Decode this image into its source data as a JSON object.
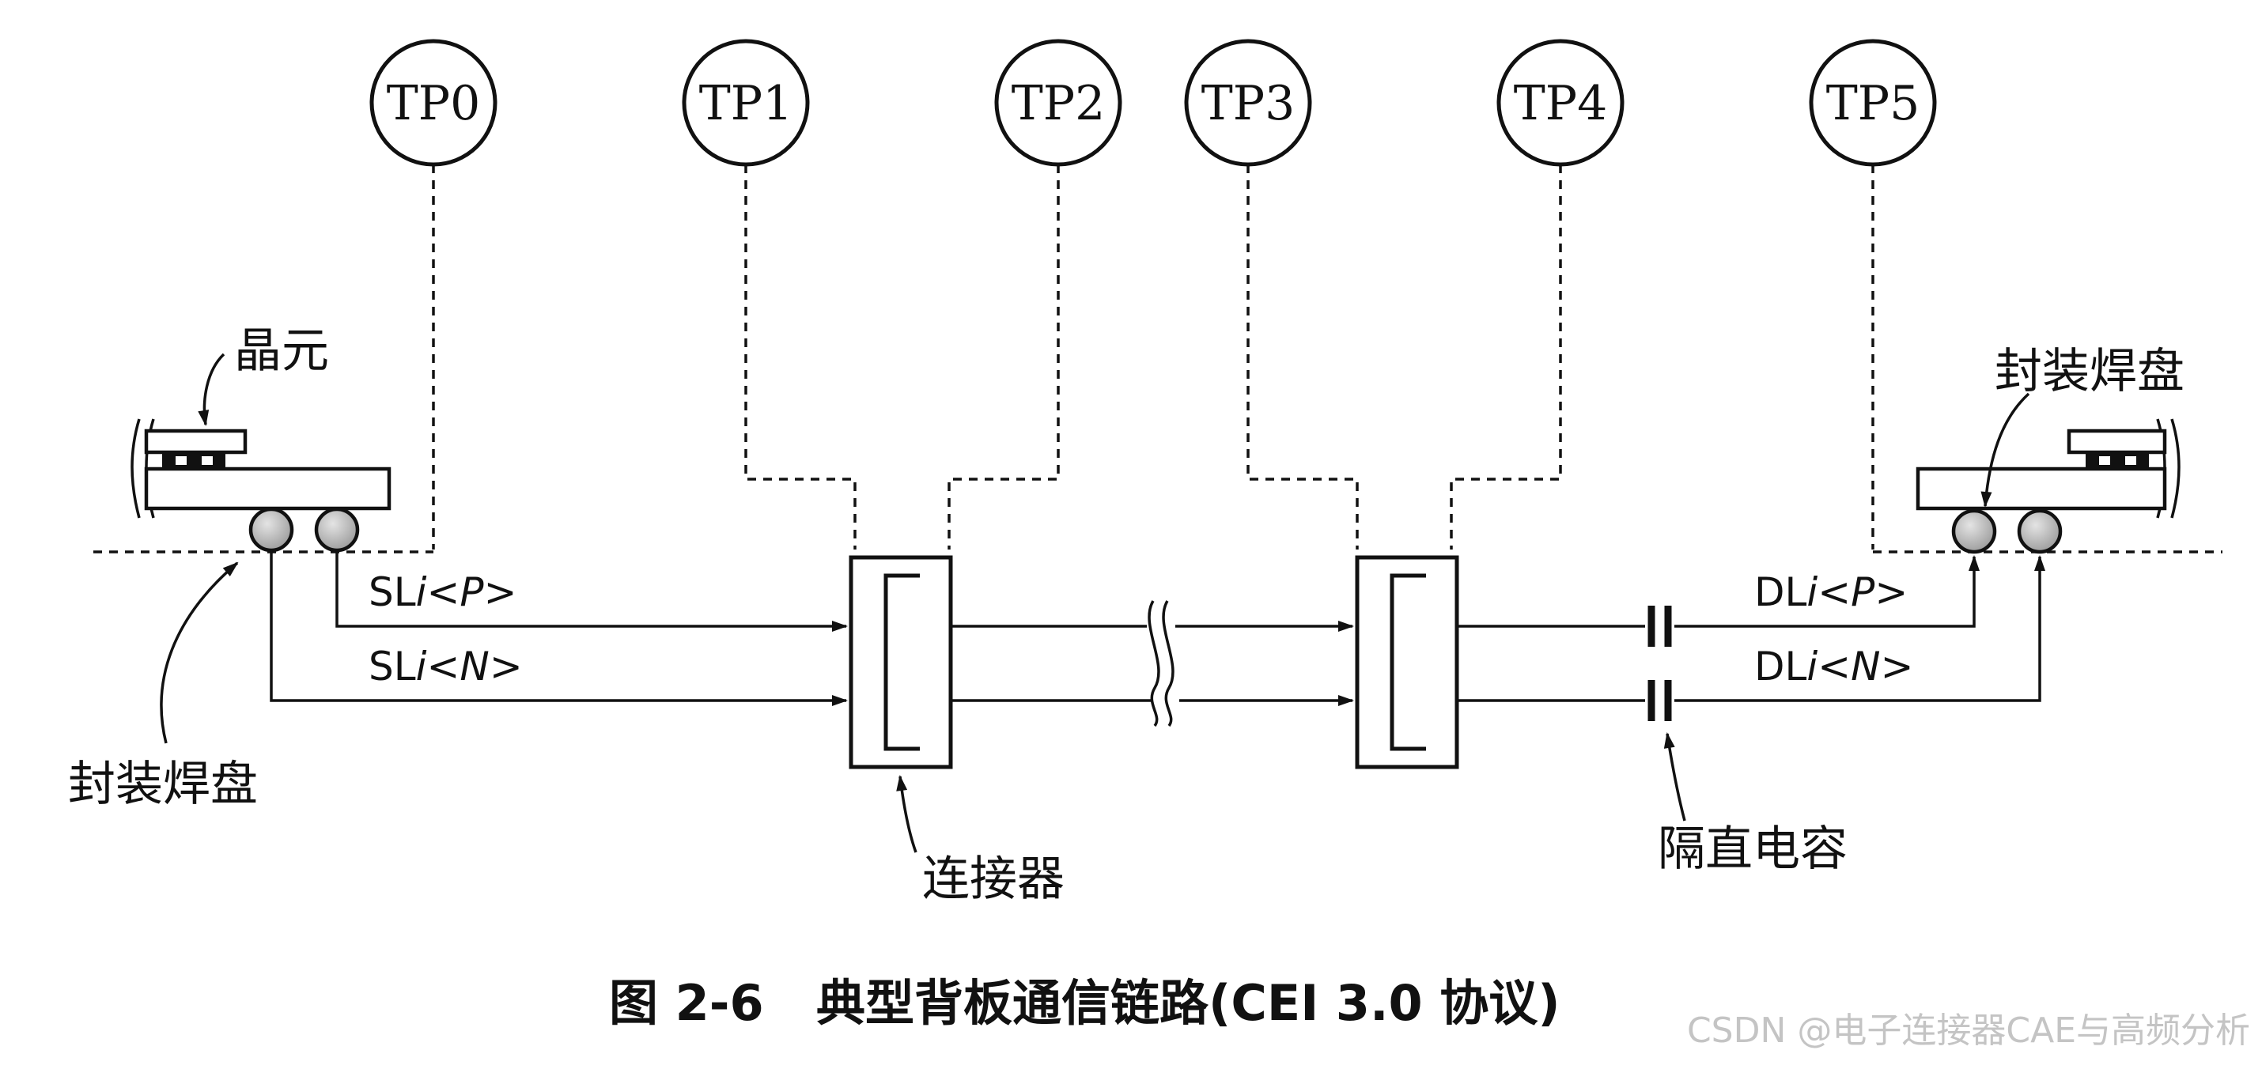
{
  "test_points": [
    "TP0",
    "TP1",
    "TP2",
    "TP3",
    "TP4",
    "TP5"
  ],
  "labels": {
    "chip": "晶元",
    "pad_right": "封装焊盘",
    "pad_left": "封装焊盘",
    "connector": "连接器",
    "capacitor": "隔直电容"
  },
  "signals": {
    "sl_p": {
      "base": "SL",
      "idx": "i",
      "open": "<",
      "pol": "P",
      "close": ">"
    },
    "sl_n": {
      "base": "SL",
      "idx": "i",
      "open": "<",
      "pol": "N",
      "close": ">"
    },
    "dl_p": {
      "base": "DL",
      "idx": "i",
      "open": "<",
      "pol": "P",
      "close": ">"
    },
    "dl_n": {
      "base": "DL",
      "idx": "i",
      "open": "<",
      "pol": "N",
      "close": ">"
    }
  },
  "caption": {
    "figure": "图 2-6",
    "title": "典型背板通信链路(CEI 3.0 协议)"
  },
  "watermark": "CSDN @电子连接器CAE与高频分析"
}
